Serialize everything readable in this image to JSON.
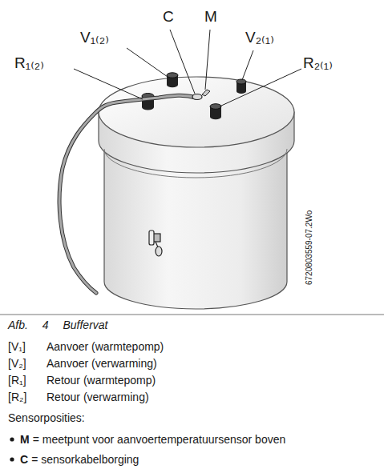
{
  "diagram": {
    "caption": "Afb. 4 Buffervat",
    "labels": [
      "R₁₍₂₎",
      "V₁₍₂₎",
      "C",
      "M",
      "V₂₍₁₎",
      "R₂₍₁₎",
      "6720803559-07.2Wo",
      "[V₁]",
      "Aanvoer (warmtepomp)",
      "[V₂]",
      "Aanvoer (verwarming)",
      "[R₁]",
      "Retour (warmtepomp)",
      "[R₂]",
      "Retour (verwarming)",
      "Sensorposities:",
      "M",
      "= meetpunt voor aanvoertemperatuursensor boven",
      "C",
      "= sensorkabelborging"
    ]
  }
}
